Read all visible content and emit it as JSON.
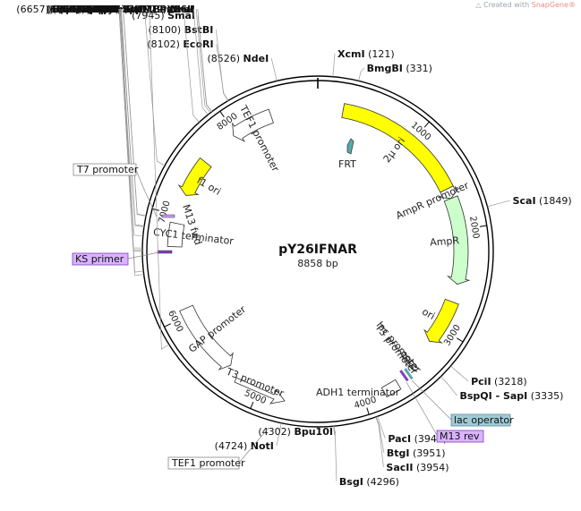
{
  "watermark": {
    "text": "Created with",
    "brand": "SnapGene®"
  },
  "plasmid": {
    "name": "pY26IFNAR",
    "size_label": "8858 bp",
    "length": 8858
  },
  "colors": {
    "yellow": "#ffff00",
    "green": "#ccffcc",
    "white": "#ffffff",
    "purple": "#cc99ff",
    "teal": "#55aaaa",
    "lacop": "#9fcad4",
    "ring": "#000000"
  },
  "ticks": [
    {
      "pos": 1000,
      "label": "1000"
    },
    {
      "pos": 2000,
      "label": "2000"
    },
    {
      "pos": 3000,
      "label": "3000"
    },
    {
      "pos": 4000,
      "label": "4000"
    },
    {
      "pos": 5000,
      "label": "5000"
    },
    {
      "pos": 6000,
      "label": "6000"
    },
    {
      "pos": 7000,
      "label": "7000"
    },
    {
      "pos": 8000,
      "label": "8000"
    }
  ],
  "sites": [
    {
      "name": "XcmI",
      "pos_label": "(121)",
      "pos": 121,
      "side": "right"
    },
    {
      "name": "BmgBI",
      "pos_label": "(331)",
      "pos": 331,
      "side": "right"
    },
    {
      "name": "ScaI",
      "pos_label": "(1849)",
      "pos": 1849,
      "side": "right"
    },
    {
      "name": "PciI",
      "pos_label": "(3218)",
      "pos": 3218,
      "side": "right"
    },
    {
      "name": "BspQI - SapI",
      "pos_label": "(3335)",
      "pos": 3335,
      "side": "right"
    },
    {
      "name": "PacI",
      "pos_label": "(3941)",
      "pos": 3941,
      "side": "right"
    },
    {
      "name": "BtgI",
      "pos_label": "(3951)",
      "pos": 3951,
      "side": "right"
    },
    {
      "name": "SacII",
      "pos_label": "(3954)",
      "pos": 3954,
      "side": "right"
    },
    {
      "name": "BsgI",
      "pos_label": "(4296)",
      "pos": 4296,
      "side": "right"
    },
    {
      "name": "Bpu10I",
      "pos_label": "(4302)",
      "pos": 4302,
      "side": "left"
    },
    {
      "name": "NotI",
      "pos_label": "(4724)",
      "pos": 4724,
      "side": "left"
    },
    {
      "name": "SpeI",
      "pos_label": "(5855)",
      "pos": 5855,
      "side": "left"
    },
    {
      "name": "SphI",
      "pos_label": "(6459)",
      "pos": 6459,
      "side": "left"
    },
    {
      "name": "StyI",
      "pos_label": "(6485)",
      "pos": 6485,
      "side": "left"
    },
    {
      "name": "EcoRV",
      "pos_label": "(6646)",
      "pos": 6646,
      "side": "left"
    },
    {
      "name": "BspDI - ClaI",
      "pos_label": "(6657)",
      "pos": 6657,
      "side": "left"
    },
    {
      "name": "PspXI",
      "pos_label": "(6671)",
      "pos": 6671,
      "side": "left"
    },
    {
      "name": "PpuMI",
      "pos_label": "(6768)",
      "pos": 6768,
      "side": "left"
    },
    {
      "name": "BsrGI",
      "pos_label": "(6842)",
      "pos": 6842,
      "side": "left"
    },
    {
      "name": "MluI",
      "pos_label": "(6849)",
      "pos": 6849,
      "side": "left"
    },
    {
      "name": "Acc65I",
      "pos_label": "(6929)",
      "pos": 6929,
      "side": "left"
    },
    {
      "name": "KpnI",
      "pos_label": "(6933)",
      "pos": 6933,
      "side": "left"
    },
    {
      "name": "DraIII",
      "pos_label": "(7365)",
      "pos": 7365,
      "side": "left"
    },
    {
      "name": "PstI",
      "pos_label": "(7812)",
      "pos": 7812,
      "side": "left"
    },
    {
      "name": "Bsu36I",
      "pos_label": "(7905)",
      "pos": 7905,
      "side": "left"
    },
    {
      "name": "NruI",
      "pos_label": "(7929)",
      "pos": 7929,
      "side": "left"
    },
    {
      "name": "TspMI - XmaI",
      "pos_label": "(7943)",
      "pos": 7943,
      "side": "left"
    },
    {
      "name": "SmaI",
      "pos_label": "(7945)",
      "pos": 7945,
      "side": "left"
    },
    {
      "name": "BstBI",
      "pos_label": "(8100)",
      "pos": 8100,
      "side": "left"
    },
    {
      "name": "EcoRI",
      "pos_label": "(8102)",
      "pos": 8102,
      "side": "left"
    },
    {
      "name": "NdeI",
      "pos_label": "(8526)",
      "pos": 8526,
      "side": "left"
    }
  ],
  "features": [
    {
      "name": "2µ ori",
      "start": 250,
      "end": 1580,
      "dir": 0,
      "color": "yellow"
    },
    {
      "name": "AmpR promoter",
      "start": 1580,
      "end": 1680,
      "dir": 1,
      "color": "white"
    },
    {
      "name": "AmpR",
      "start": 1680,
      "end": 2540,
      "dir": 1,
      "color": "green"
    },
    {
      "name": "ori",
      "start": 2720,
      "end": 3170,
      "dir": 1,
      "color": "yellow"
    },
    {
      "name": "lac promoter",
      "start": 3430,
      "end": 3460,
      "dir": 1,
      "color": "white"
    },
    {
      "name": "T3 promoter",
      "start": 3470,
      "end": 3490,
      "dir": 1,
      "color": "white"
    },
    {
      "name": "GAP promoter",
      "start": 5350,
      "end": 6070,
      "dir": -1,
      "color": "white"
    },
    {
      "name": "CYC1 terminator",
      "start": 6690,
      "end": 6920,
      "dir": 0,
      "color": "white"
    },
    {
      "name": "f1 ori",
      "start": 7210,
      "end": 7590,
      "dir": -1,
      "color": "yellow"
    },
    {
      "name": "TEF1 promoter",
      "start": 7970,
      "end": 8390,
      "dir": -1,
      "color": "white"
    }
  ],
  "labels": {
    "fri": "FRT",
    "m13fwd": "M13 fwd",
    "t3prom2": "T3 promoter",
    "adh1": "ADH1 terminator",
    "kspr": "KS primer",
    "t7": "T7 promoter",
    "lacop": "lac operator",
    "m13rev": "M13 rev",
    "tef1b": "TEF1 promoter"
  }
}
